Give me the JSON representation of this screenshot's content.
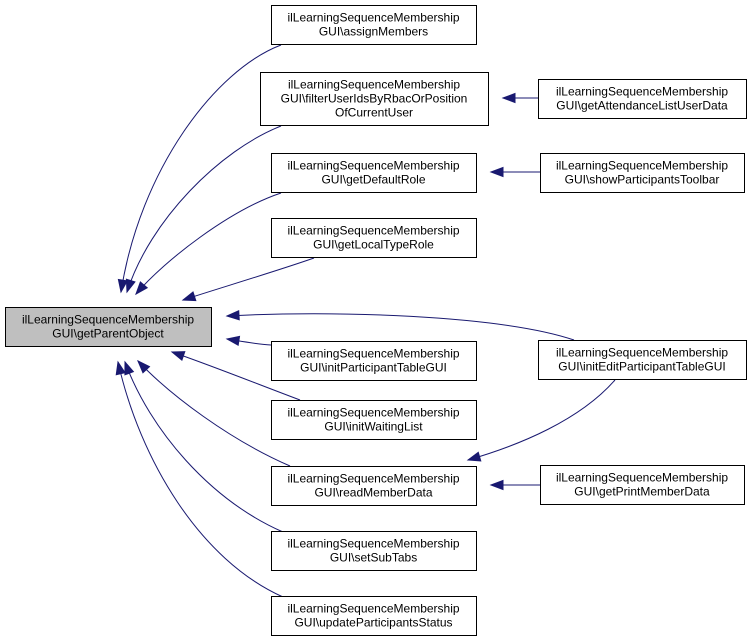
{
  "diagram": {
    "type": "doxygen-caller-graph",
    "edge_color": "#191970",
    "root_fill": "#bfbfbf",
    "nodes": [
      {
        "id": "root",
        "lines": [
          "ilLearningSequenceMembership",
          "GUI\\getParentObject"
        ],
        "root": true
      },
      {
        "id": "assignMembers",
        "lines": [
          "ilLearningSequenceMembership",
          "GUI\\assignMembers"
        ]
      },
      {
        "id": "filterUserIds",
        "lines": [
          "ilLearningSequenceMembership",
          "GUI\\filterUserIdsByRbacOrPosition",
          "OfCurrentUser"
        ]
      },
      {
        "id": "getDefaultRole",
        "lines": [
          "ilLearningSequenceMembership",
          "GUI\\getDefaultRole"
        ]
      },
      {
        "id": "getLocalTypeRole",
        "lines": [
          "ilLearningSequenceMembership",
          "GUI\\getLocalTypeRole"
        ]
      },
      {
        "id": "initParticipantTableGUI",
        "lines": [
          "ilLearningSequenceMembership",
          "GUI\\initParticipantTableGUI"
        ]
      },
      {
        "id": "initWaitingList",
        "lines": [
          "ilLearningSequenceMembership",
          "GUI\\initWaitingList"
        ]
      },
      {
        "id": "readMemberData",
        "lines": [
          "ilLearningSequenceMembership",
          "GUI\\readMemberData"
        ]
      },
      {
        "id": "setSubTabs",
        "lines": [
          "ilLearningSequenceMembership",
          "GUI\\setSubTabs"
        ]
      },
      {
        "id": "updateParticipantsStatus",
        "lines": [
          "ilLearningSequenceMembership",
          "GUI\\updateParticipantsStatus"
        ]
      },
      {
        "id": "getAttendanceListUserData",
        "lines": [
          "ilLearningSequenceMembership",
          "GUI\\getAttendanceListUserData"
        ]
      },
      {
        "id": "showParticipantsToolbar",
        "lines": [
          "ilLearningSequenceMembership",
          "GUI\\showParticipantsToolbar"
        ]
      },
      {
        "id": "initEditParticipantTableGUI",
        "lines": [
          "ilLearningSequenceMembership",
          "GUI\\initEditParticipantTableGUI"
        ]
      },
      {
        "id": "getPrintMemberData",
        "lines": [
          "ilLearningSequenceMembership",
          "GUI\\getPrintMemberData"
        ]
      }
    ],
    "edges": [
      {
        "from": "assignMembers",
        "to": "root"
      },
      {
        "from": "filterUserIds",
        "to": "root"
      },
      {
        "from": "getDefaultRole",
        "to": "root"
      },
      {
        "from": "getLocalTypeRole",
        "to": "root"
      },
      {
        "from": "initEditParticipantTableGUI",
        "to": "root"
      },
      {
        "from": "initParticipantTableGUI",
        "to": "root"
      },
      {
        "from": "initWaitingList",
        "to": "root"
      },
      {
        "from": "readMemberData",
        "to": "root"
      },
      {
        "from": "setSubTabs",
        "to": "root"
      },
      {
        "from": "updateParticipantsStatus",
        "to": "root"
      },
      {
        "from": "getAttendanceListUserData",
        "to": "filterUserIds"
      },
      {
        "from": "showParticipantsToolbar",
        "to": "getDefaultRole"
      },
      {
        "from": "initEditParticipantTableGUI",
        "to": "readMemberData"
      },
      {
        "from": "getPrintMemberData",
        "to": "readMemberData"
      }
    ]
  }
}
